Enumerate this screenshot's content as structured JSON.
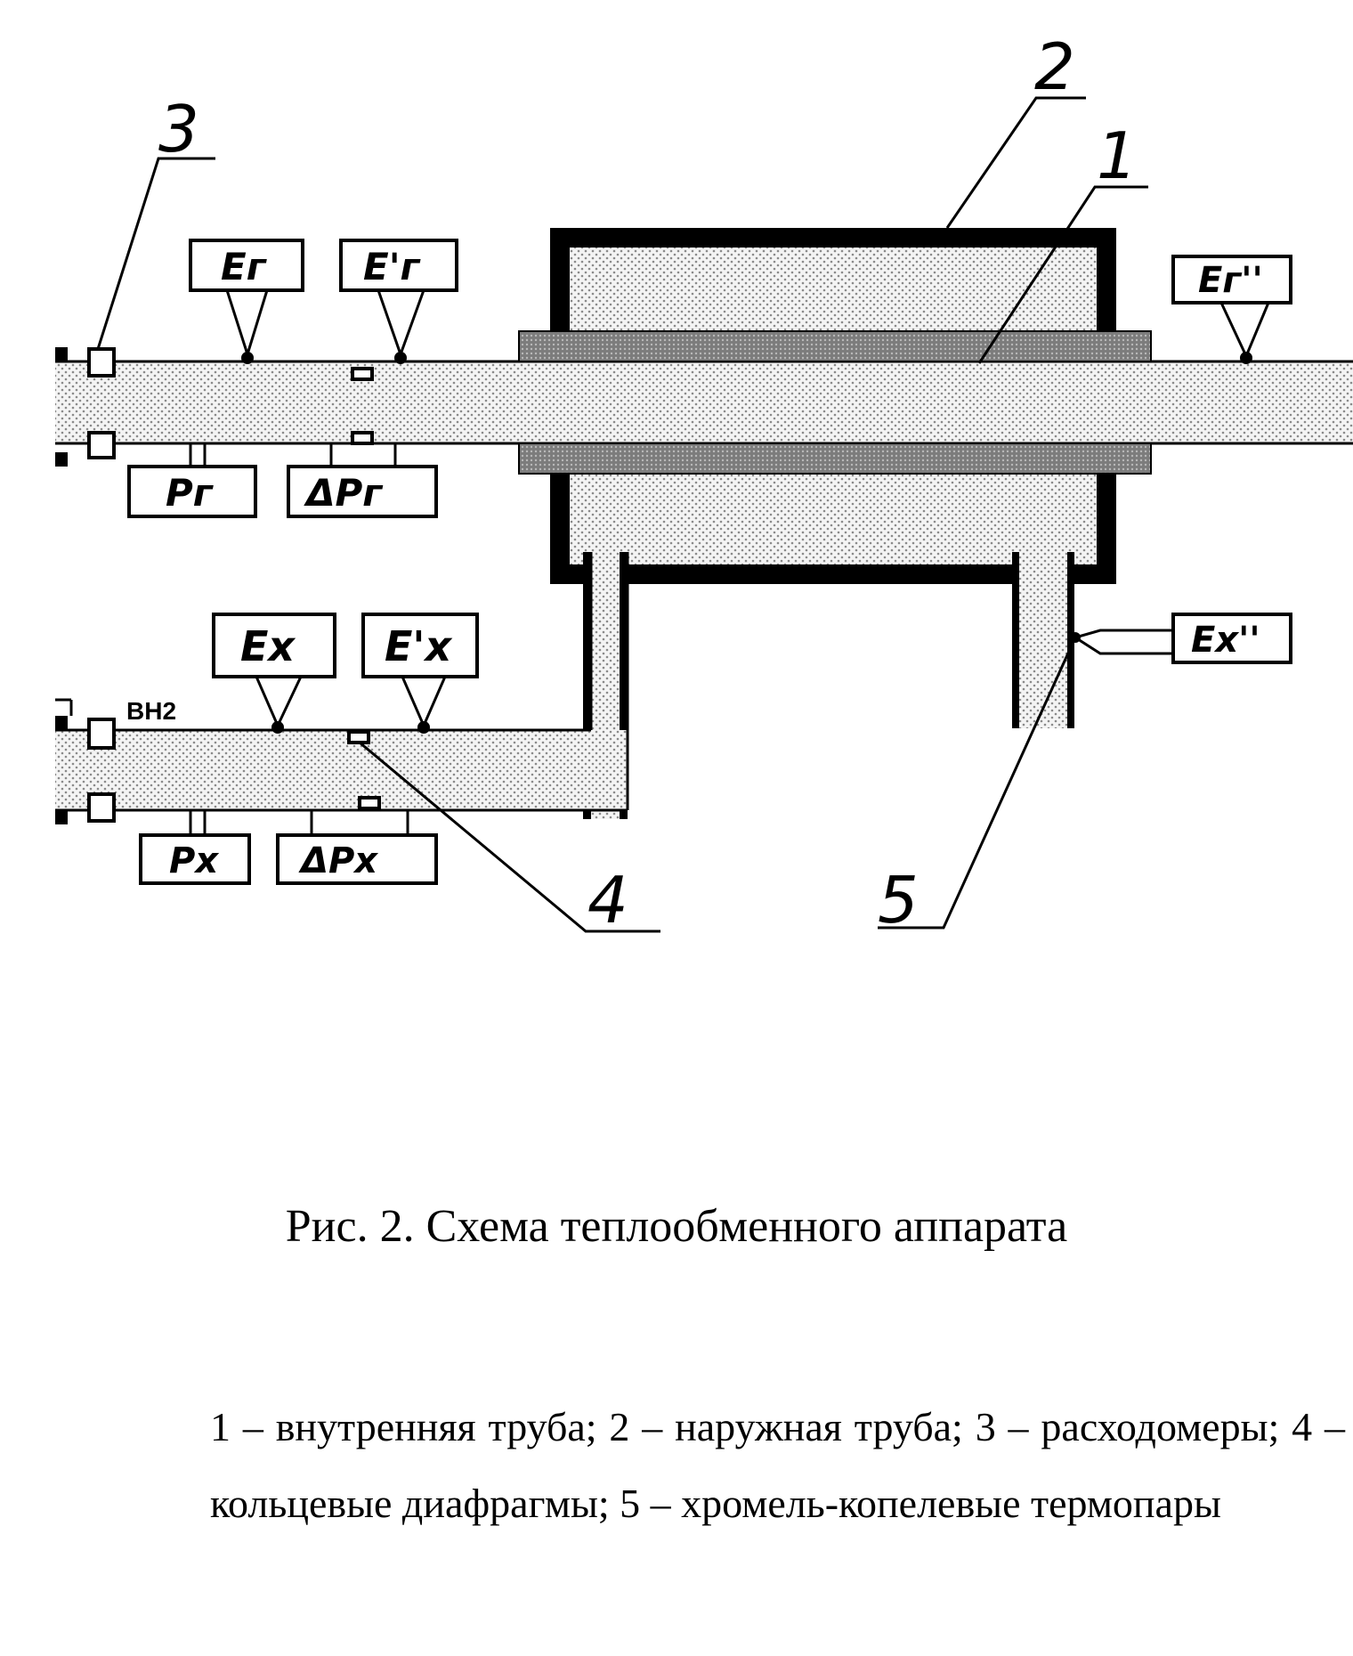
{
  "diagram": {
    "numbers": {
      "n1": "1",
      "n2": "2",
      "n3": "3",
      "n4": "4",
      "n5": "5"
    },
    "hot": {
      "e_in": "Eг",
      "e_mid": "E'г",
      "e_out": "Eг''",
      "p": "Pг",
      "dp": "ΔPг"
    },
    "cold": {
      "e_in": "Ex",
      "e_mid": "E'x",
      "e_out": "Ex''",
      "p": "Px",
      "dp": "ΔPx"
    },
    "valve_label": "ВН2"
  },
  "caption": "Рис. 2.  Схема теплообменного аппарата",
  "legend": "1 – внутренняя труба; 2 – наружная труба; 3 – расходомеры; 4 – кольцевые диафрагмы; 5 – хромель-копелевые термопары",
  "colors": {
    "line": "#000000",
    "fill_dots": "#f4f4f4",
    "dot": "#8a8a8a",
    "shell_band": "#8c8c8c"
  }
}
